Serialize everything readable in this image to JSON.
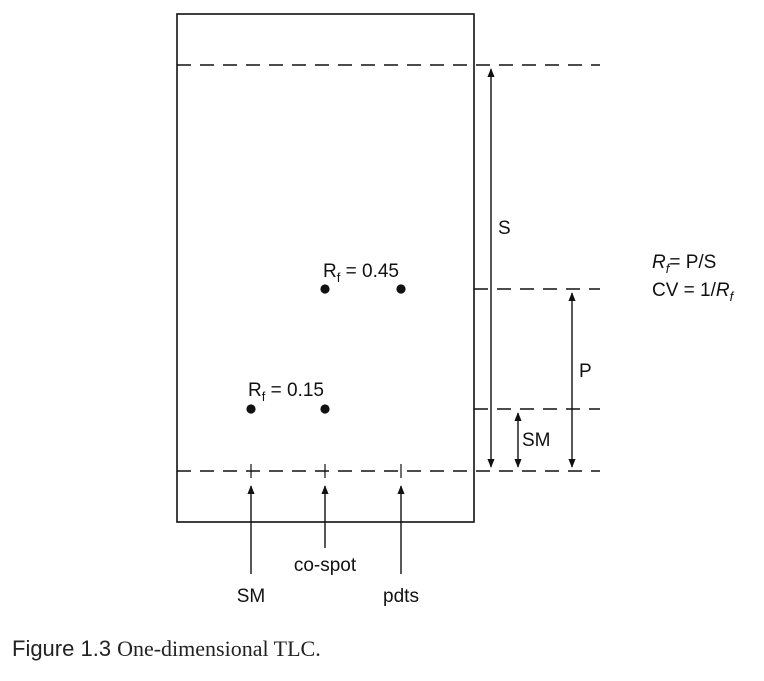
{
  "plate": {
    "labels": {
      "solvent_front": "S",
      "product_distance": "P",
      "sm_distance": "SM"
    },
    "spot_labels": {
      "upper": {
        "r": "R",
        "sub": "f",
        "value": " = 0.45"
      },
      "lower": {
        "r": "R",
        "sub": "f",
        "value": " = 0.15"
      }
    },
    "lanes": {
      "sm": "SM",
      "cospot": "co-spot",
      "pdts": "pdts"
    }
  },
  "formulas": {
    "rf": {
      "r": "R",
      "sub": "f",
      "rest": "= P/S"
    },
    "cv": {
      "prefix": "CV = 1/",
      "r": "R",
      "sub": "f"
    }
  },
  "caption": {
    "figure": "Figure 1.3",
    "title": "One-dimensional TLC."
  },
  "colors": {
    "ink": "#111111"
  }
}
